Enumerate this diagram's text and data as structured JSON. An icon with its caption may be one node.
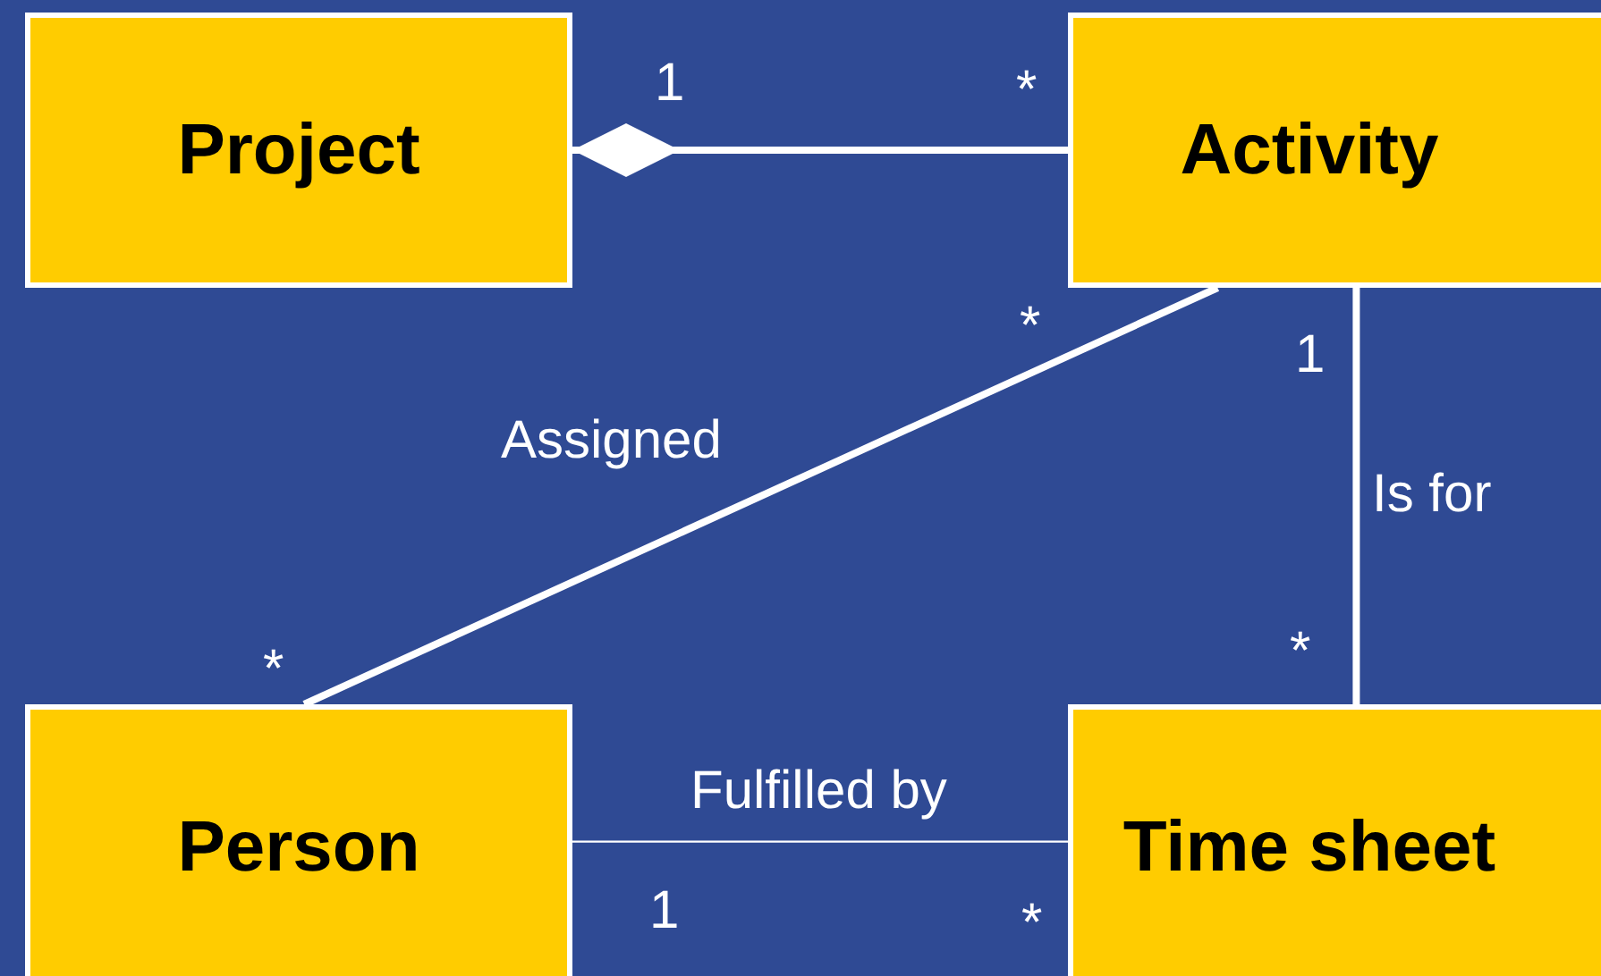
{
  "diagram": {
    "nodes": [
      {
        "text": [
          "Project"
        ]
      },
      {
        "text": [
          "Activity"
        ]
      },
      {
        "text": [
          "Person"
        ]
      },
      {
        "text": [
          "Time sheet"
        ]
      }
    ],
    "edges": [
      {
        "from": 1,
        "to": 0,
        "arrow": "other"
      },
      {
        "from": 1,
        "to": 2,
        "arrow": "none",
        "label": "Assigned"
      },
      {
        "from": 1,
        "to": 3,
        "arrow": "none",
        "label": "Is for"
      },
      {
        "from": 2,
        "to": 3,
        "arrow": "none",
        "label": "Fulfilled by"
      }
    ],
    "labels": [
      "1",
      "*",
      "*",
      "1",
      "*",
      "*",
      "1",
      "*"
    ]
  }
}
